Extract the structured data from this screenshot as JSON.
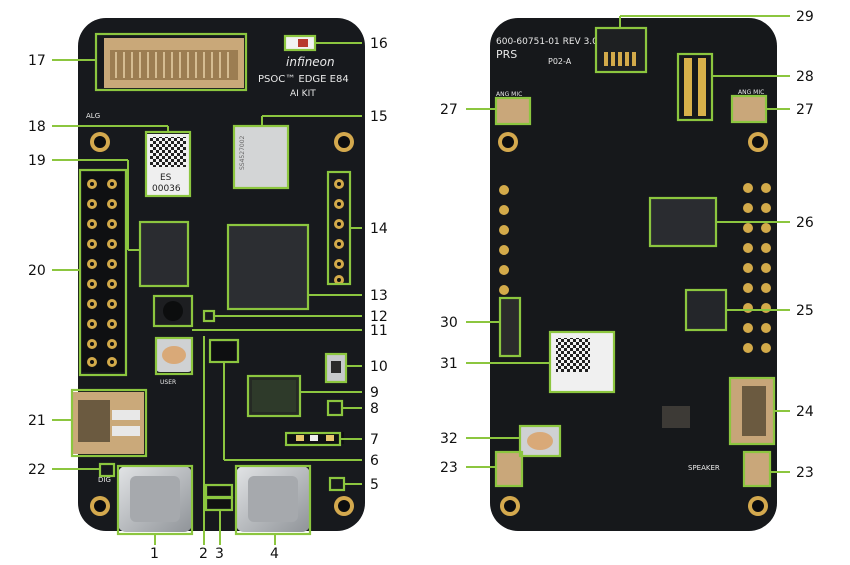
{
  "callouts": {
    "c1": "1",
    "c2": "2",
    "c3": "3",
    "c4": "4",
    "c5": "5",
    "c6": "6",
    "c7": "7",
    "c8": "8",
    "c9": "9",
    "c10": "10",
    "c11": "11",
    "c12": "12",
    "c13": "13",
    "c14": "14",
    "c15": "15",
    "c16": "16",
    "c17": "17",
    "c18": "18",
    "c19": "19",
    "c20": "20",
    "c21": "21",
    "c22": "22",
    "c23a": "23",
    "c23b": "23",
    "c24": "24",
    "c25": "25",
    "c26": "26",
    "c27a": "27",
    "c27b": "27",
    "c28": "28",
    "c29": "29",
    "c30": "30",
    "c31": "31",
    "c32": "32"
  },
  "front_board": {
    "title": "PSOC™ EDGE E84",
    "subtitle": "AI KIT",
    "brand": "infineon",
    "label_es": "ES",
    "label_es_num": "00036",
    "label_sensor": "SS4527002",
    "label_alg": "ALG",
    "label_dig": "DIG",
    "label_user": "USER"
  },
  "back_board": {
    "part_number": "600-60751-01 REV 3.0",
    "prs": "PRS",
    "rev": "P02-A",
    "speaker": "SPEAKER",
    "ang_mic_left": "ANG MIC",
    "ang_mic_right": "ANG MIC"
  },
  "colors": {
    "board": "#15181c",
    "callout": "#8cc63f",
    "gold": "#c9a54a",
    "usb": "#b9bcc1"
  }
}
